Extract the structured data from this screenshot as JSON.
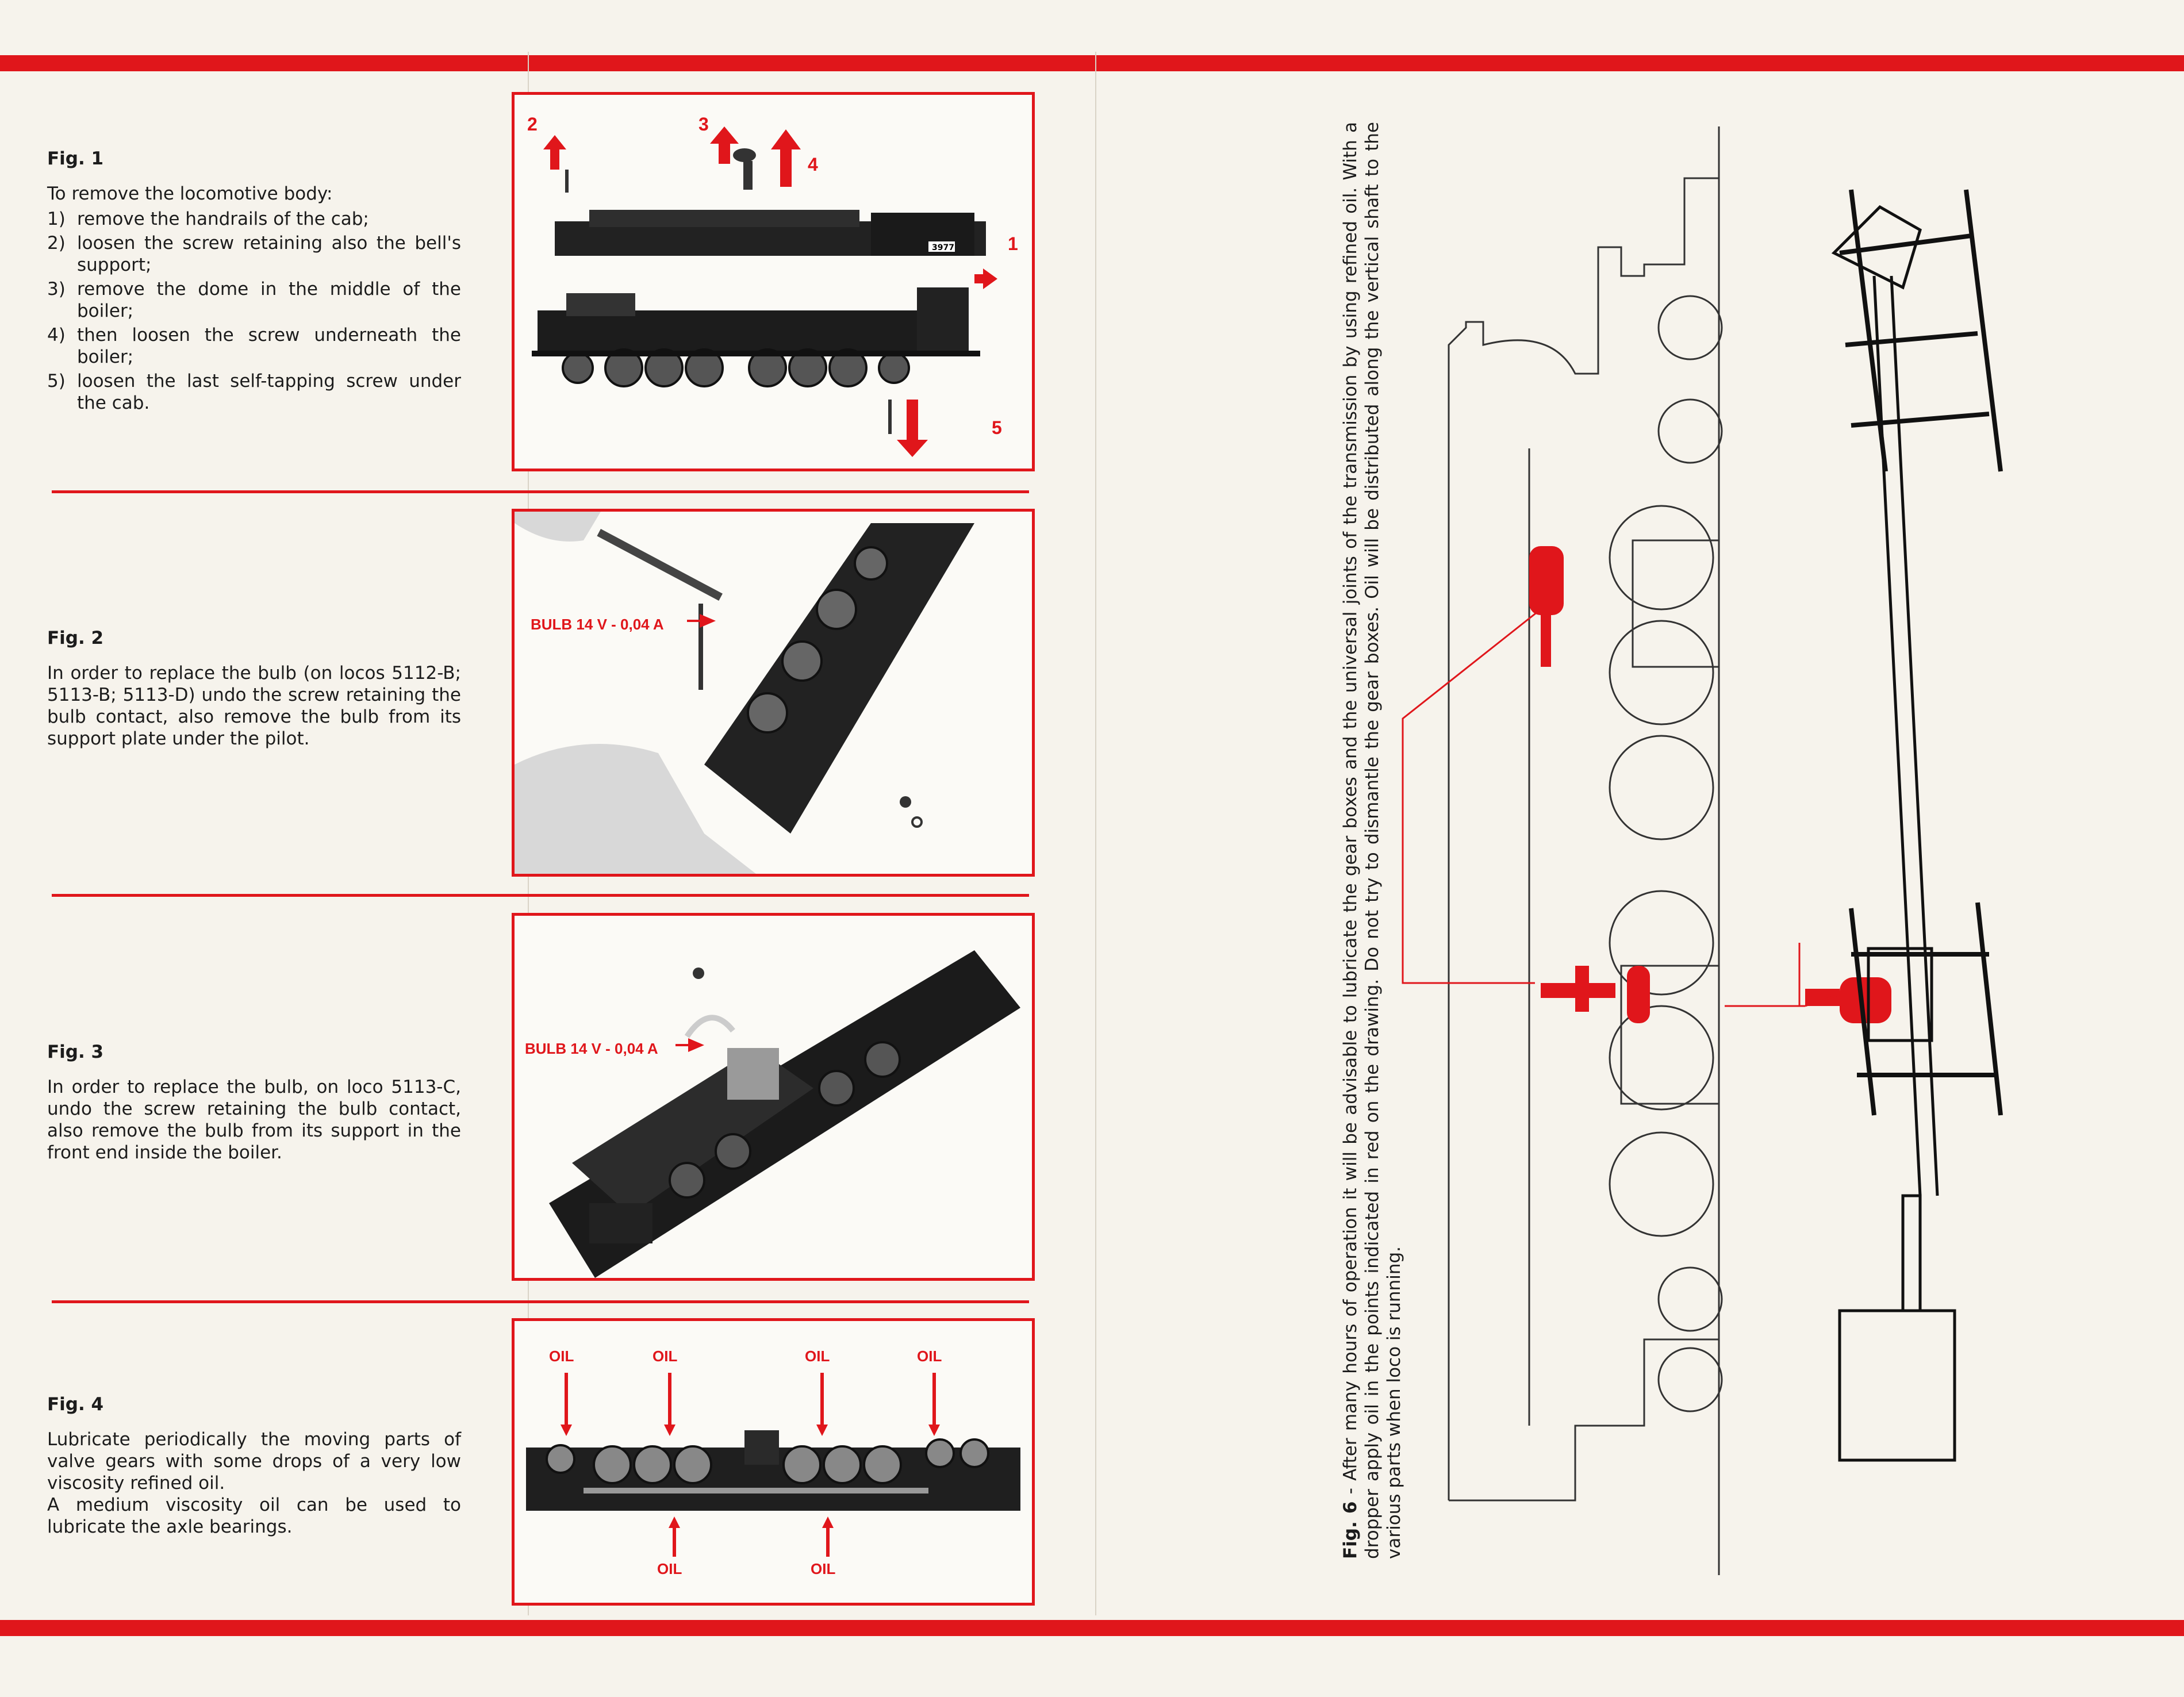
{
  "figures": {
    "fig1": {
      "label": "Fig. 1",
      "intro": "To remove the locomotive body:",
      "steps": [
        {
          "num": "1)",
          "text": "remove the handrails of the cab;"
        },
        {
          "num": "2)",
          "text": "loosen the screw retaining also the bell's support;"
        },
        {
          "num": "3)",
          "text": "remove the dome in the middle of the boiler;"
        },
        {
          "num": "4)",
          "text": "then loosen the screw underneath the boiler;"
        },
        {
          "num": "5)",
          "text": "loosen the last self-tapping screw under the cab."
        }
      ],
      "arrow_labels": [
        "2",
        "3",
        "4",
        "1",
        "5"
      ],
      "loco_number": "3977"
    },
    "fig2": {
      "label": "Fig. 2",
      "text": "In order to replace the bulb (on locos 5112-B; 5113-B; 5113-D) undo the screw retaining the bulb contact, also remove the bulb from its support plate under the pilot.",
      "callout": "BULB 14 V - 0,04 A"
    },
    "fig3": {
      "label": "Fig. 3",
      "text": "In order to replace the bulb, on loco 5113-C, undo the screw retaining the bulb contact, also remove the bulb from its support in the front end inside the boiler.",
      "callout": "BULB 14 V - 0,04 A"
    },
    "fig4": {
      "label": "Fig. 4",
      "text": "Lubricate periodically the moving parts of valve gears with some drops of a very low viscosity refined oil.\nA medium viscosity oil can be used to lubricate the axle bearings.",
      "oil_label": "OIL"
    },
    "fig6": {
      "label": "Fig. 6",
      "text": "- After many hours of operation it will be advisable to lubricate the gear boxes and the universal joints of the transmission by using refined oil. With a dropper apply oil in the points indicated in red on the drawing. Do not try to dismantle the gear boxes. Oil will be distributed along the vertical shaft to the various parts when loco is running."
    }
  },
  "colors": {
    "accent": "#e0161b",
    "paper": "#f6f3ec",
    "ink": "#1c1c1c"
  }
}
